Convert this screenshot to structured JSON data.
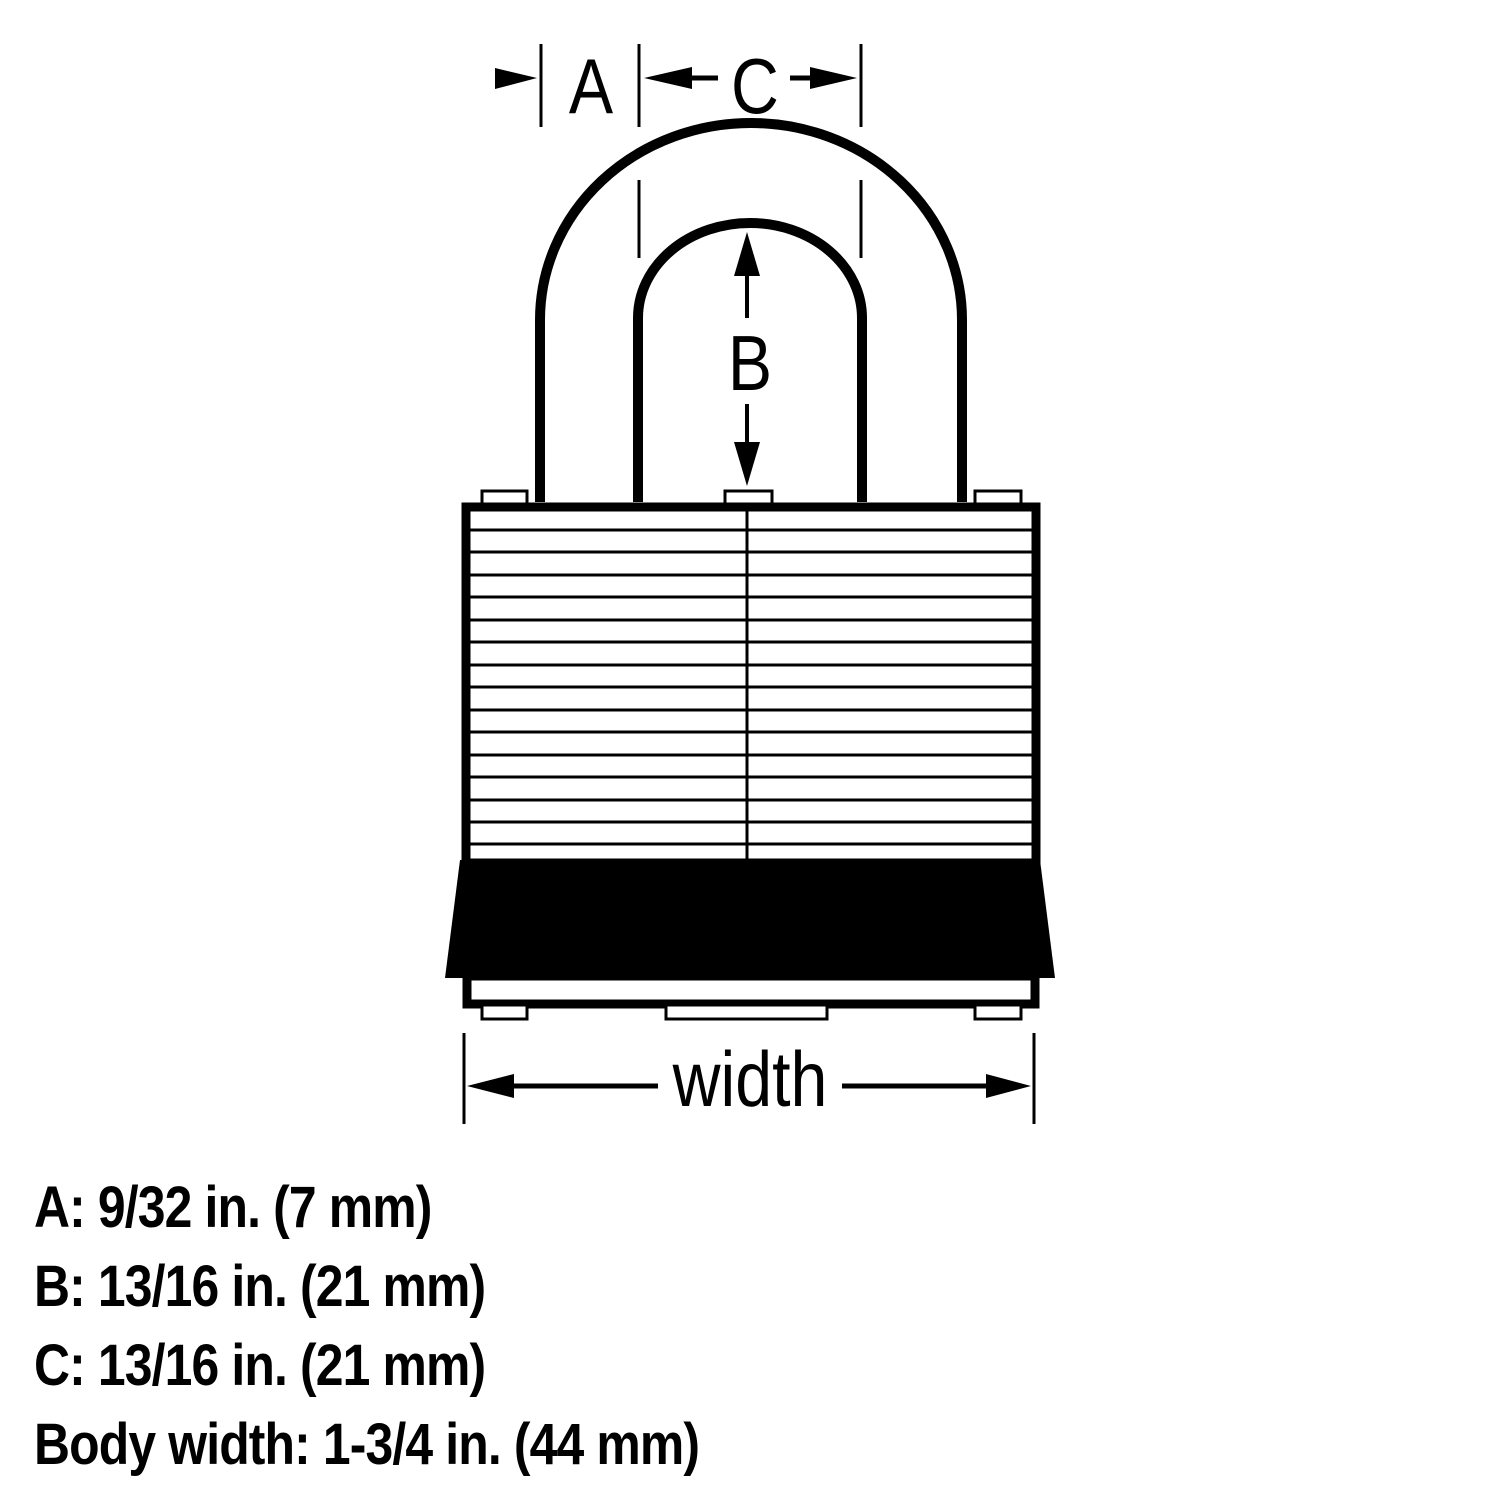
{
  "diagram": {
    "title": "Padlock dimension diagram",
    "labels": {
      "a": "A",
      "b": "B",
      "c": "C",
      "width": "width"
    },
    "colors": {
      "ink": "#000000",
      "background": "#ffffff"
    }
  },
  "specs": [
    {
      "key": "A",
      "text": "A: 9/32 in. (7 mm)"
    },
    {
      "key": "B",
      "text": "B: 13/16 in. (21 mm)"
    },
    {
      "key": "C",
      "text": "C: 13/16 in. (21 mm)"
    },
    {
      "key": "Body width",
      "text": "Body width: 1-3/4 in. (44 mm)"
    }
  ]
}
